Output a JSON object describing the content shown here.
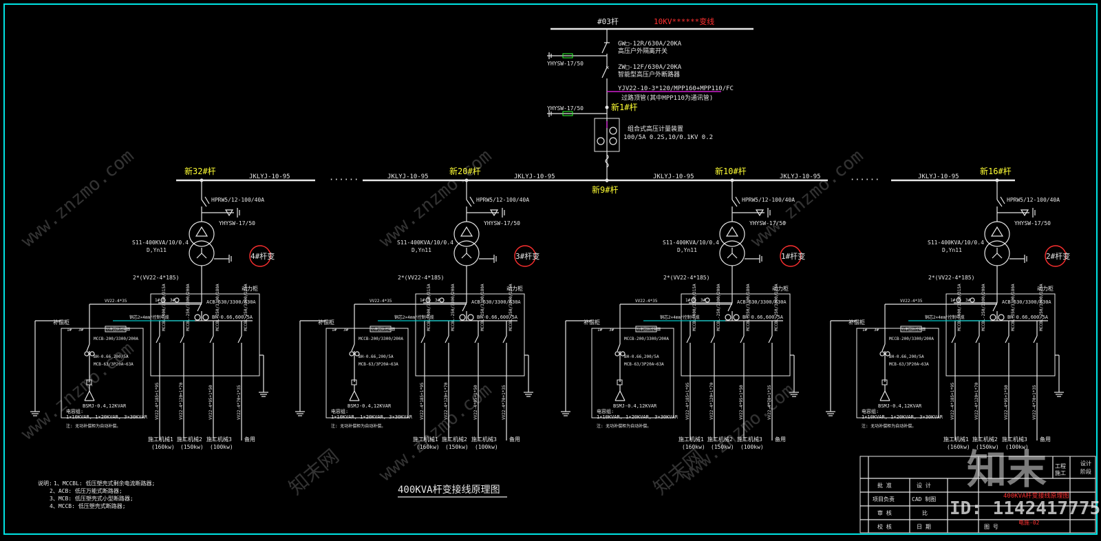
{
  "top": {
    "pole": "#03杆",
    "line_name": "10KV******变线",
    "switch1_model": "GW□-12R/630A/20KA",
    "switch1_desc": "高压户外隔离开关",
    "breaker_model": "ZW□-12F/630A/20KA",
    "breaker_desc": "智能型高压户外断路器",
    "arrester1": "YHYSW-17/50",
    "arrester2": "YHYSW-17/50",
    "cable_model": "YJV22-10-3*120/MPP160+MPP110/FC",
    "cable_desc": "过路顶管(其中MPP110为通讯管)",
    "new1_pole": "新1#杆",
    "meter_name": "组合式高压计量装置",
    "meter_spec": "100/5A 0.2S,10/0.1KV 0.2",
    "new9_pole": "新9#杆",
    "bus_dots": "······"
  },
  "units": [
    {
      "pole": "新32#杆",
      "line_left": "",
      "line_right": "JKLYJ-10-95",
      "transformer_no": "4#杆变"
    },
    {
      "pole": "新20#杆",
      "line_left": "JKLYJ-10-95",
      "line_right": "JKLYJ-10-95",
      "transformer_no": "3#杆变"
    },
    {
      "pole": "新10#杆",
      "line_left": "JKLYJ-10-95",
      "line_right": "JKLYJ-10-95",
      "transformer_no": "1#杆变"
    },
    {
      "pole": "新16#杆",
      "line_left": "JKLYJ-10-95",
      "line_right": "",
      "transformer_no": "2#杆变"
    }
  ],
  "unit_common": {
    "fuse": "HPRW5/12-100/40A",
    "arrester": "YHYSW-17/50",
    "transformer_model": "S11-400KVA/10/0.4",
    "transformer_conn": "D,Yn11",
    "cable_out": "2*(VV22-4*185)",
    "power_cabinet": "动力柜",
    "comp_cabinet": "补偿柜",
    "main_breaker": "ACB-630/3300/630A",
    "ct_main": "BH-0.66,600/5A",
    "cable_comp": "VV22-4*35",
    "cable_ctrl": "铜芯2×4mm²控制电缆",
    "meter1": "1#",
    "meter2": "3#",
    "comp_breaker": "MCCB-200/3300/200A",
    "comp_ct": "BH-0.66,200/5A",
    "comp_mccb": "MCB-63/3P20A~63A",
    "controller": "功率因数控制器",
    "cap_model": "BSMJ-0.4,12KVAR",
    "cap_label": "电容组:",
    "cap_groups": "1×10KVAR, 1×20KVAR, 3×30KVAR",
    "cap_note": "注: 无功补偿柜为自动补偿。",
    "branch_breakers": [
      "MCCBL-400/3300/315A",
      "MCCBL-250/3300/200A",
      "MCCBL-250/3300/180A",
      "MCCBL-250/3300/125A"
    ],
    "branch_cables": [
      "VV22-4*185+1*95",
      "VV22-4*120+1*70",
      "VV22-4*95+1*50",
      "VV22-4*70+1*35"
    ],
    "loads": [
      "施工机械1",
      "施工机械2",
      "施工机械3",
      "备用"
    ],
    "load_kw": [
      "(160kw)",
      "(150kw)",
      "(100kw)",
      ""
    ]
  },
  "notes": {
    "title": "说明:",
    "items": [
      "1、MCCBL: 低压塑壳式剩余电流断路器;",
      "2、ACB: 低压万能式断路器;",
      "3、MCB: 低压塑壳式小型断路器;",
      "4、MCCB: 低压塑壳式断路器;"
    ]
  },
  "drawing_title": "400KVA杆变接线原理图",
  "titleblock": {
    "row1": [
      "工程",
      "施工",
      "设计",
      "阶段"
    ],
    "approve": "批 准",
    "design": "设 计",
    "proj_leader": "项目负责",
    "cad": "CAD 制图",
    "review": "审 核",
    "ratio": "比",
    "check": "校 核",
    "date": "日 期",
    "drawing_no": "图 号",
    "drawing_name": "400KVA杆变接线原理图",
    "drawing_code": "电施-02"
  },
  "watermark": {
    "logo": "知末",
    "id": "ID: 1142417775",
    "site": "www.znzmo.com",
    "brand": "知末网"
  },
  "colors": {
    "bg": "#000000",
    "frame": "#00e5e5",
    "line": "#e8e8e8",
    "yellow": "#ffff33",
    "red": "#ff3030",
    "cyan": "#00c8c8",
    "magenta": "#d020d0",
    "green": "#30ff30"
  }
}
